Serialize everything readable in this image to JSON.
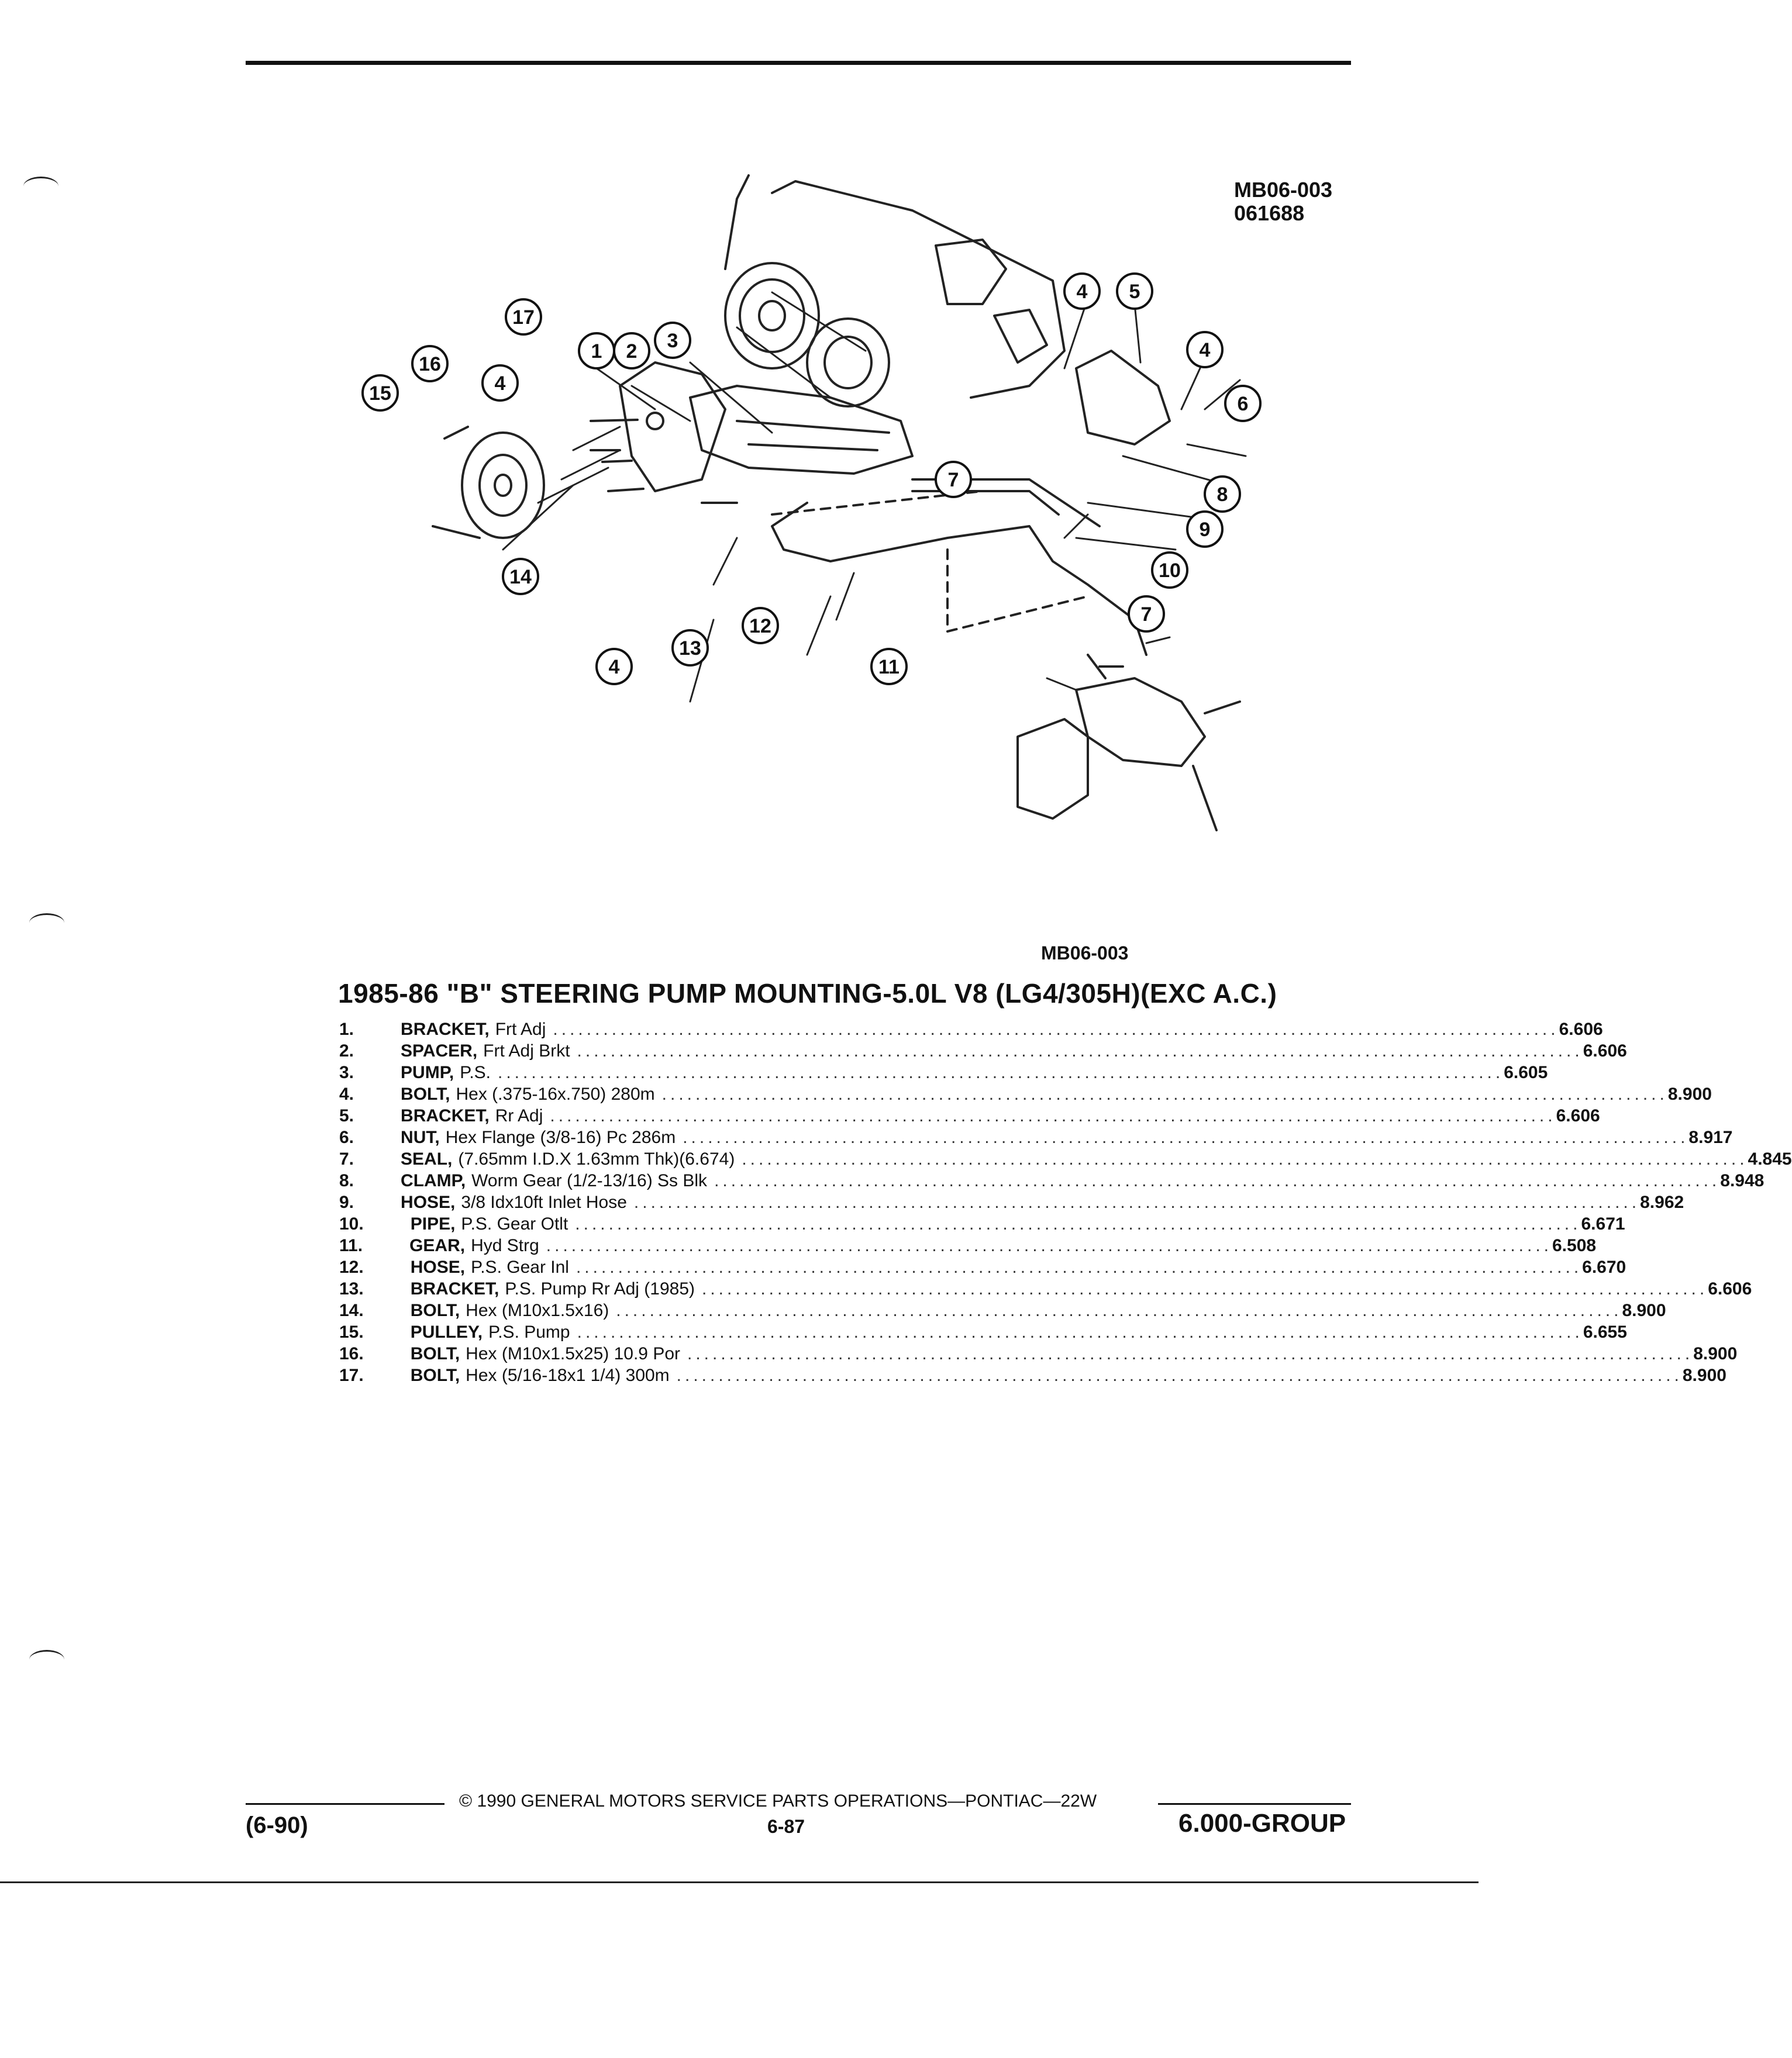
{
  "diagram": {
    "code_top": "MB06-003",
    "code_bottom": "061688",
    "caption": "MB06-003",
    "callouts": [
      "1",
      "2",
      "3",
      "4",
      "4",
      "4",
      "4",
      "5",
      "6",
      "7",
      "7",
      "8",
      "9",
      "10",
      "11",
      "12",
      "13",
      "14",
      "15",
      "16",
      "17"
    ]
  },
  "section": {
    "title": "1985-86 \"B\" STEERING PUMP MOUNTING-5.0L V8 (LG4/305H)(EXC A.C.)"
  },
  "parts": [
    {
      "num": "1.",
      "name": "BRACKET,",
      "spec": "Frt Adj",
      "group": "6.606"
    },
    {
      "num": "2.",
      "name": "SPACER,",
      "spec": "Frt Adj Brkt",
      "group": "6.606"
    },
    {
      "num": "3.",
      "name": "PUMP,",
      "spec": "P.S.",
      "group": "6.605"
    },
    {
      "num": "4.",
      "name": "BOLT,",
      "spec": "Hex (.375-16x.750) 280m",
      "group": "8.900"
    },
    {
      "num": "5.",
      "name": "BRACKET,",
      "spec": "Rr Adj",
      "group": "6.606"
    },
    {
      "num": "6.",
      "name": "NUT,",
      "spec": "Hex Flange (3/8-16) Pc 286m",
      "group": "8.917"
    },
    {
      "num": "7.",
      "name": "SEAL,",
      "spec": "(7.65mm I.D.X 1.63mm Thk)(6.674)",
      "group": "4.845"
    },
    {
      "num": "8.",
      "name": "CLAMP,",
      "spec": "Worm Gear (1/2-13/16) Ss Blk",
      "group": "8.948"
    },
    {
      "num": "9.",
      "name": "HOSE,",
      "spec": "3/8 Idx10ft Inlet Hose",
      "group": "8.962"
    },
    {
      "num": "10.",
      "name": "PIPE,",
      "spec": "P.S. Gear Otlt",
      "group": "6.671"
    },
    {
      "num": "11.",
      "name": "GEAR,",
      "spec": "Hyd Strg",
      "group": "6.508"
    },
    {
      "num": "12.",
      "name": "HOSE,",
      "spec": "P.S. Gear Inl",
      "group": "6.670"
    },
    {
      "num": "13.",
      "name": "BRACKET,",
      "spec": "P.S. Pump Rr Adj (1985)",
      "group": "6.606"
    },
    {
      "num": "14.",
      "name": "BOLT,",
      "spec": "Hex (M10x1.5x16)",
      "group": "8.900"
    },
    {
      "num": "15.",
      "name": "PULLEY,",
      "spec": "P.S. Pump",
      "group": "6.655"
    },
    {
      "num": "16.",
      "name": "BOLT,",
      "spec": "Hex (M10x1.5x25) 10.9 Por",
      "group": "8.900"
    },
    {
      "num": "17.",
      "name": "BOLT,",
      "spec": "Hex (5/16-18x1 1/4) 300m",
      "group": "8.900"
    }
  ],
  "footer": {
    "copyright": "© 1990 GENERAL MOTORS SERVICE PARTS OPERATIONS—PONTIAC—22W",
    "date": "(6-90)",
    "page": "6-87",
    "group": "6.000-GROUP"
  }
}
